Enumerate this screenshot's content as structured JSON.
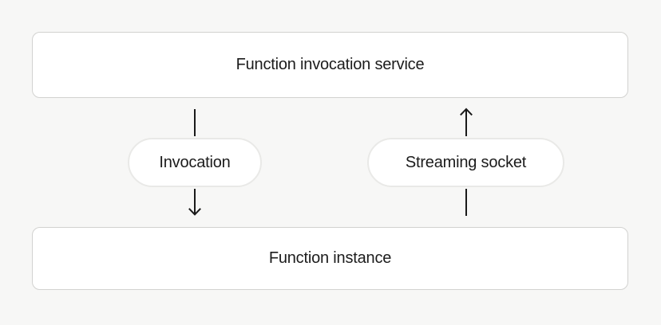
{
  "colors": {
    "background": "#f7f7f6",
    "node_fill": "#ffffff",
    "node_border": "#d2d2d0",
    "pill_fill": "#ffffff",
    "pill_border": "#e9e9e7",
    "text": "#1c1c1c",
    "arrow": "#1a1a1a"
  },
  "diagram": {
    "nodes": {
      "service": {
        "label": "Function invocation service"
      },
      "instance": {
        "label": "Function instance"
      }
    },
    "edges": {
      "invocation": {
        "label": "Invocation",
        "direction": "down"
      },
      "streaming_socket": {
        "label": "Streaming socket",
        "direction": "up"
      }
    }
  }
}
